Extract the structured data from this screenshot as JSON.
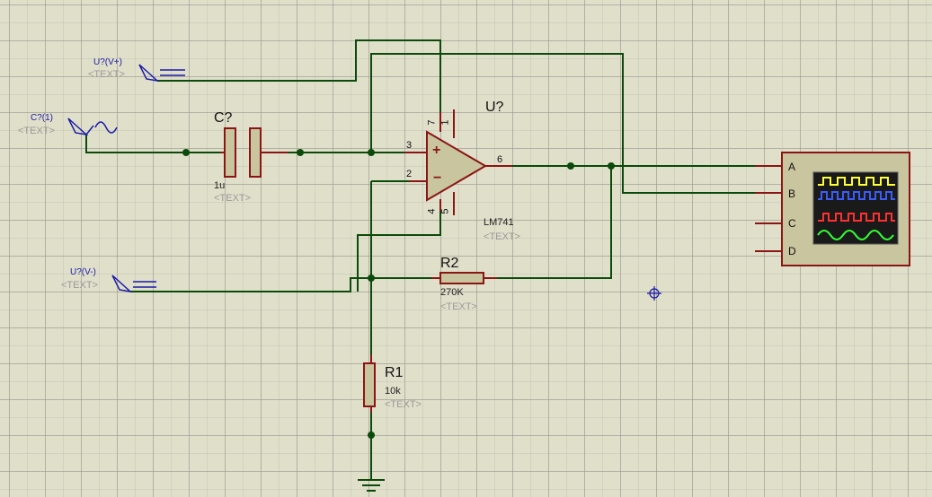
{
  "terminals": {
    "vplus": {
      "name": "U?(V+)",
      "text": "<TEXT>"
    },
    "source": {
      "name": "C?(1)",
      "text": "<TEXT>"
    },
    "vminus": {
      "name": "U?(V-)",
      "text": "<TEXT>"
    }
  },
  "capacitor": {
    "ref": "C?",
    "value": "1u",
    "text": "<TEXT>"
  },
  "opamp": {
    "ref": "U?",
    "model": "LM741",
    "text": "<TEXT>",
    "pins": {
      "noninv": "3",
      "inv": "2",
      "out": "6",
      "vplus": "7",
      "offset1": "1",
      "vminus": "4",
      "offset2": "5"
    },
    "plus_sign": "+",
    "minus_sign": "−"
  },
  "r2": {
    "ref": "R2",
    "value": "270K",
    "text": "<TEXT>"
  },
  "r1": {
    "ref": "R1",
    "value": "10k",
    "text": "<TEXT>"
  },
  "oscilloscope": {
    "channels": [
      "A",
      "B",
      "C",
      "D"
    ],
    "trace_colors": [
      "#ffff33",
      "#3a5cff",
      "#ff3030",
      "#33ff33"
    ],
    "screen_color": "#1a1a1a"
  },
  "colors": {
    "wire": "#0b4a0b",
    "component": "#8a1515",
    "fill": "#c9c59e",
    "terminal": "#1a1aa8"
  }
}
